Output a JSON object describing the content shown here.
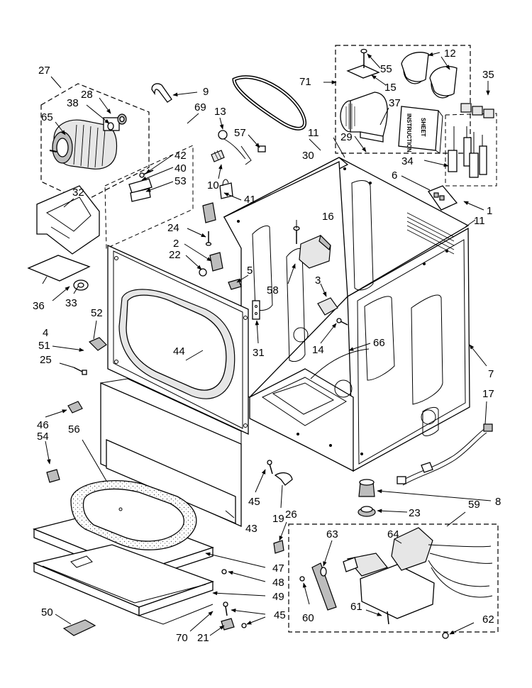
{
  "diagram": {
    "callouts": [
      "1",
      "2",
      "3",
      "4",
      "5",
      "6",
      "7",
      "8",
      "9",
      "10",
      "11",
      "12",
      "13",
      "14",
      "15",
      "16",
      "17",
      "19",
      "21",
      "22",
      "23",
      "24",
      "25",
      "26",
      "27",
      "28",
      "29",
      "30",
      "31",
      "32",
      "33",
      "34",
      "35",
      "36",
      "37",
      "38",
      "40",
      "41",
      "42",
      "43",
      "44",
      "45",
      "46",
      "47",
      "48",
      "49",
      "50",
      "51",
      "52",
      "53",
      "54",
      "55",
      "56",
      "57",
      "58",
      "59",
      "60",
      "61",
      "62",
      "63",
      "64",
      "65",
      "66",
      "69",
      "70",
      "71"
    ],
    "sheet_text": [
      "INSTRUCTION",
      "SHEET"
    ]
  }
}
